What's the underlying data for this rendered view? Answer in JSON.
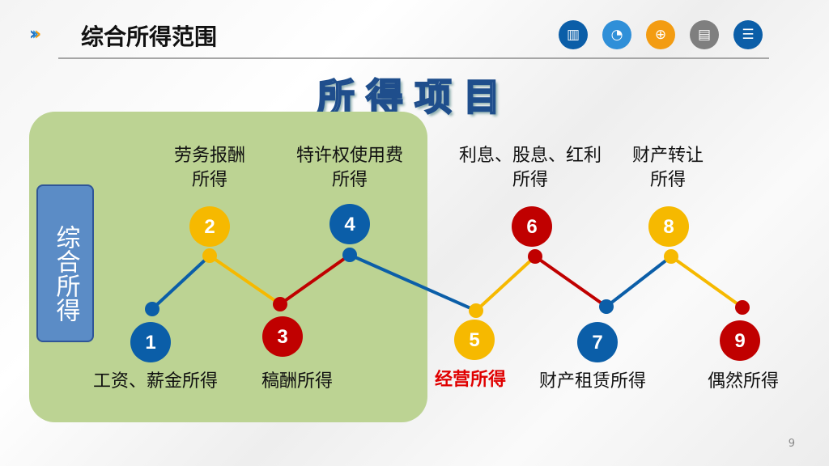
{
  "header": {
    "title": "综合所得范围",
    "arrows": "›››",
    "icons": [
      {
        "name": "bar-chart-icon",
        "glyph": "▥",
        "color": "#0b5ea8"
      },
      {
        "name": "pie-chart-icon",
        "glyph": "◔",
        "color": "#2f8fd8"
      },
      {
        "name": "zoom-in-icon",
        "glyph": "⊕",
        "color": "#f39c12"
      },
      {
        "name": "notebook-icon",
        "glyph": "▤",
        "color": "#7f7f7f"
      },
      {
        "name": "checklist-icon",
        "glyph": "☰",
        "color": "#0b5ea8"
      }
    ]
  },
  "heading": "所得项目",
  "group_label": "综合所得",
  "colors": {
    "blue": "#0b5ea8",
    "yellow": "#f6b900",
    "red": "#c00000"
  },
  "items": [
    {
      "num": "1",
      "label": "工资、薪金所得",
      "color": "#0b5ea8"
    },
    {
      "num": "2",
      "label": "劳务报酬\n所得",
      "color": "#f6b900"
    },
    {
      "num": "3",
      "label": "稿酬所得",
      "color": "#c00000"
    },
    {
      "num": "4",
      "label": "特许权使用费\n所得",
      "color": "#0b5ea8"
    },
    {
      "num": "5",
      "label": "经营所得",
      "color": "#f6b900",
      "highlight": "#e00000"
    },
    {
      "num": "6",
      "label": "利息、股息、红利\n所得",
      "color": "#c00000"
    },
    {
      "num": "7",
      "label": "财产租赁所得",
      "color": "#0b5ea8"
    },
    {
      "num": "8",
      "label": "财产转让\n所得",
      "color": "#f6b900"
    },
    {
      "num": "9",
      "label": "偶然所得",
      "color": "#c00000"
    }
  ],
  "page_number": "9"
}
